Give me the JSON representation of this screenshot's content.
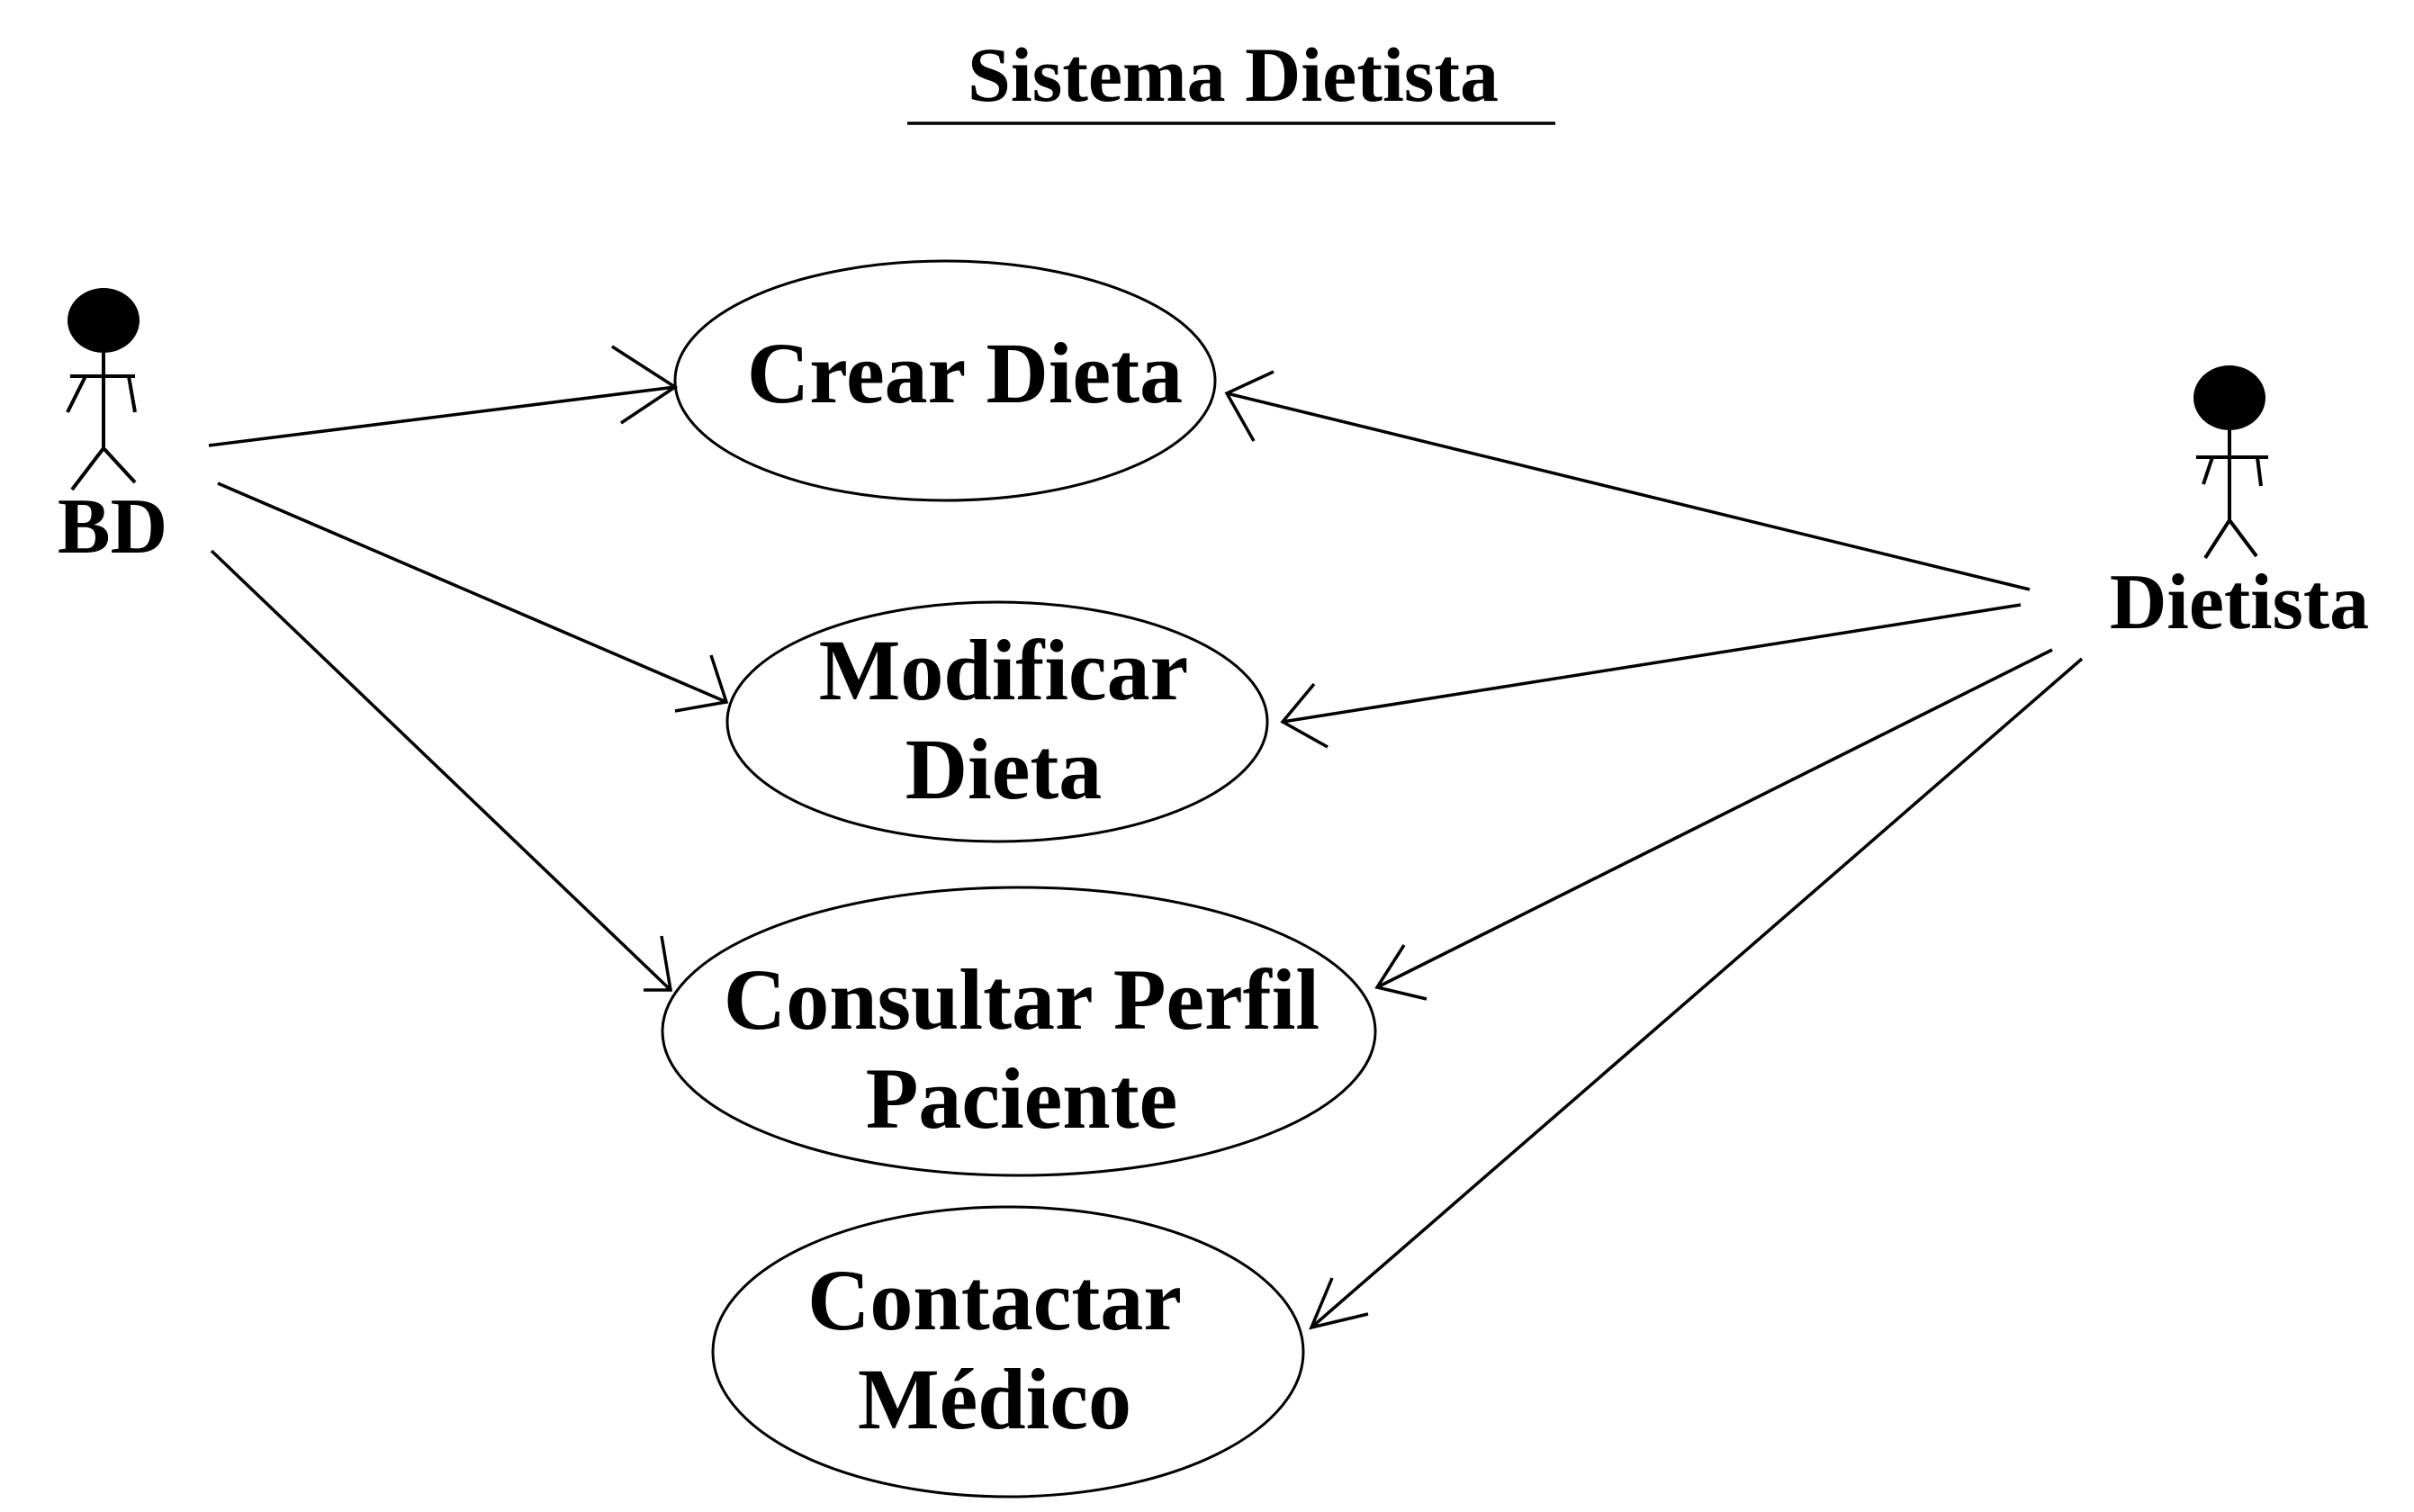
{
  "title": "Sistema Dietista",
  "actors": {
    "bd": {
      "label": "BD"
    },
    "dietista": {
      "label": "Dietista"
    }
  },
  "use_cases": {
    "crear_dieta": {
      "line1": "Crear Dieta"
    },
    "modificar_dieta": {
      "line1": "Modificar",
      "line2": "Dieta"
    },
    "consultar_perfil": {
      "line1": "Consultar Perfil",
      "line2": "Paciente"
    },
    "contactar_medico": {
      "line1": "Contactar",
      "line2": "Médico"
    }
  },
  "associations": [
    {
      "from": "BD",
      "to": "Crear Dieta"
    },
    {
      "from": "BD",
      "to": "Modificar Dieta"
    },
    {
      "from": "BD",
      "to": "Consultar Perfil Paciente"
    },
    {
      "from": "Dietista",
      "to": "Crear Dieta"
    },
    {
      "from": "Dietista",
      "to": "Modificar Dieta"
    },
    {
      "from": "Dietista",
      "to": "Consultar Perfil Paciente"
    },
    {
      "from": "Dietista",
      "to": "Contactar Médico"
    }
  ]
}
